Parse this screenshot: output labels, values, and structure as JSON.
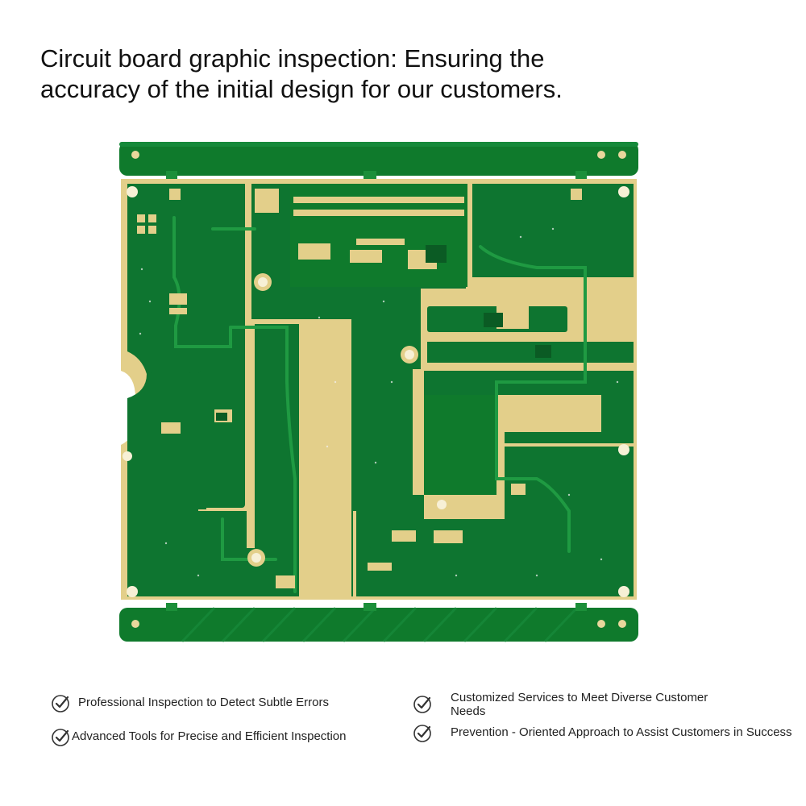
{
  "headline": {
    "line1": "Circuit board graphic inspection: Ensuring the",
    "line2": "accuracy of the initial design for our customers."
  },
  "board_image": {
    "substrate_color": "#0f7a2c",
    "trace_color": "#1c8f3a",
    "copper_color": "#e8d79c",
    "gold_color": "#d9c47a",
    "silkscreen_color": "#f2f2f2",
    "icon": "pcb-board"
  },
  "features": [
    {
      "label": "Professional Inspection to Detect Subtle Errors",
      "icon": "check-circle-icon"
    },
    {
      "label": "Advanced Tools for Precise and Efficient Inspection",
      "icon": "check-circle-icon"
    },
    {
      "label": "Customized Services to Meet Diverse Customer Needs",
      "icon": "check-circle-icon"
    },
    {
      "label": "Prevention - Oriented Approach to Assist Customers in Success",
      "icon": "check-circle-icon"
    }
  ]
}
